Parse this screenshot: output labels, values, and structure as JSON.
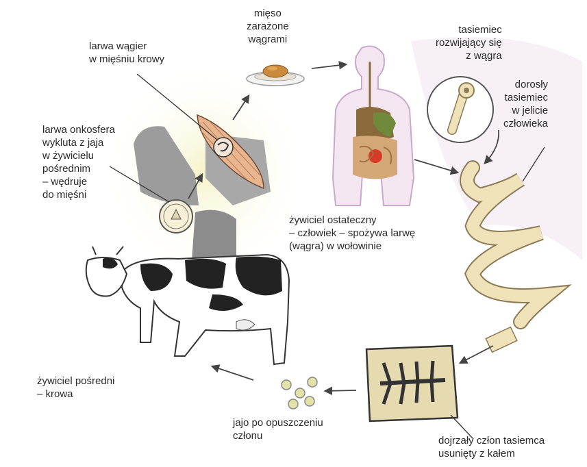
{
  "labels": {
    "mieso": "mięso\nzarażone\nwągrami",
    "larwa_wagier": "larwa wągier\nw mięśniu krowy",
    "larwa_onkosfera": "larwa onkosfera\nwykluta z jaja\nw żywicielu\npośrednim\n– wędruje\ndo mięśni",
    "tasiemiec_rozwijajacy": "tasiemiec\nrozwijający się\nz wągra",
    "dorosly_tasiemiec": "dorosły\ntasiemiec\nw jelicie\nczłowieka",
    "zywiciel_ostateczny": "żywiciel ostateczny\n– człowiek – spożywa larwę\n(wągra) w wołowinie",
    "zywiciel_posredni": "żywiciel pośredni\n– krowa",
    "jajo": "jajo po opuszczeniu\nczłonu",
    "dojrzaly_czlon": "dojrzały człon tasiemca\nusunięty z kałem"
  },
  "colors": {
    "text": "#2a2a2a",
    "worm_fill": "#efe2b8",
    "worm_stroke": "#8a7a55",
    "body_outline": "#c9a9c9",
    "body_fill": "#f4e6f0",
    "arrow": "#444444"
  }
}
